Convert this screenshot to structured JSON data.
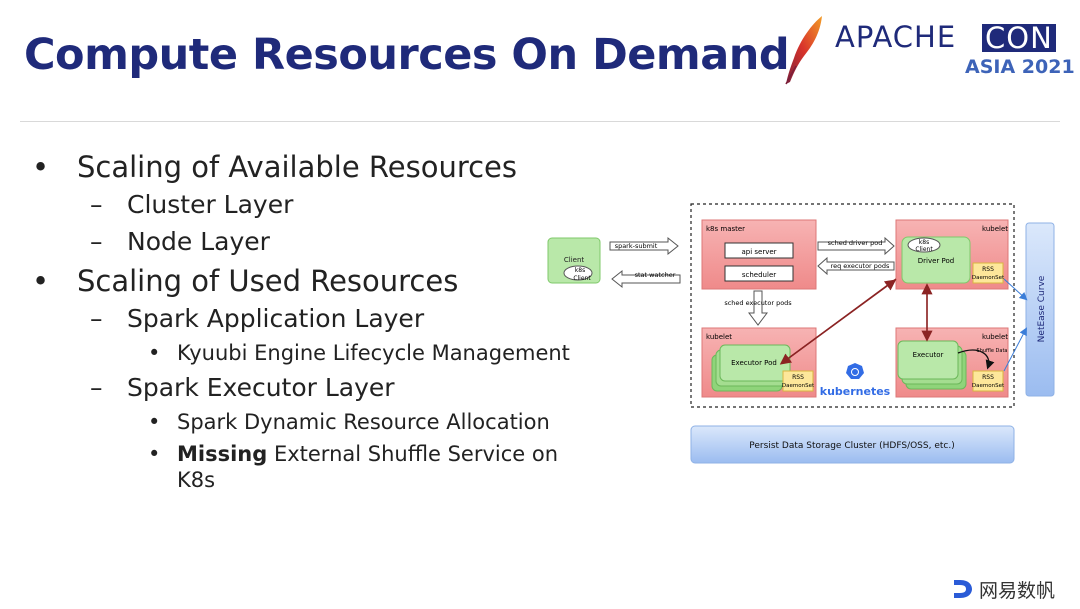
{
  "slide": {
    "title": "Compute Resources On Demand"
  },
  "logo": {
    "apache": "APACHE",
    "con": "CON",
    "event": "ASIA 2021",
    "colors": {
      "brand": "#1f2a7a",
      "accent": "#3d63b8",
      "feather": "#c0392b"
    }
  },
  "bullets": {
    "b1": "Scaling of Available Resources",
    "b1_1": "Cluster Layer",
    "b1_2": "Node Layer",
    "b2": "Scaling of Used Resources",
    "b2_1": "Spark Application Layer",
    "b2_1_1": "Kyuubi Engine Lifecycle Management",
    "b2_2": "Spark Executor Layer",
    "b2_2_1": "Spark Dynamic Resource Allocation",
    "b2_2_2_bold": "Missing",
    "b2_2_2_rest": " External Shuffle Service on",
    "b2_2_2_cont": "K8s",
    "markers": {
      "dot": "•",
      "dash": "–"
    }
  },
  "diagram": {
    "client": "Client",
    "k8s_client_1": "k8s",
    "k8s_client_2": "Client",
    "spark_submit": "spark-submit",
    "stat_watcher": "stat watcher",
    "k8s_master": "k8s master",
    "api_server": "api server",
    "scheduler": "scheduler",
    "sched_driver_pod": "sched driver pod",
    "req_executor_pods": "req executor pods",
    "sched_executor_pods": "sched executor pods",
    "kubelet": "kubelet",
    "driver_pod": "Driver Pod",
    "rss_1": "RSS",
    "daemonset": "DaemonSet",
    "executor_pod": "Executor Pod",
    "executor": "Executor",
    "shuffle_data": "Shuffle Data",
    "kubernetes": "kubernetes",
    "netease_curve": "NetEase Curve",
    "persist": "Persist Data Storage Cluster (HDFS/OSS, etc.)"
  },
  "footer": {
    "company": "网易数帆"
  }
}
